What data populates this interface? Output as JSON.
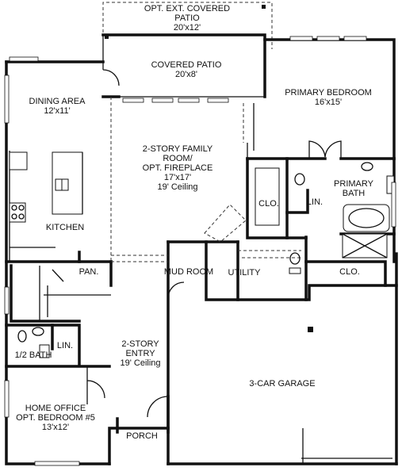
{
  "rooms": {
    "opt_patio": {
      "line1": "OPT. EXT. COVERED",
      "line2": "PATIO",
      "line3": "20'x12'"
    },
    "covered_patio": {
      "line1": "COVERED PATIO",
      "line2": "20'x8'"
    },
    "dining": {
      "line1": "DINING AREA",
      "line2": "12'x11'"
    },
    "primary_bed": {
      "line1": "PRIMARY BEDROOM",
      "line2": "16'x15'"
    },
    "family": {
      "line1": "2-STORY FAMILY",
      "line2": "ROOM/",
      "line3": "OPT. FIREPLACE",
      "line4": "17'x17'",
      "line5": "19' Ceiling"
    },
    "clo1": {
      "line1": "CLO."
    },
    "lin1": {
      "line1": "LIN."
    },
    "primary_bath": {
      "line1": "PRIMARY",
      "line2": "BATH"
    },
    "kitchen": {
      "line1": "KITCHEN"
    },
    "pan": {
      "line1": "PAN."
    },
    "mud": {
      "line1": "MUD ROOM"
    },
    "utility": {
      "line1": "UTILITY"
    },
    "clo2": {
      "line1": "CLO."
    },
    "lin2": {
      "line1": "LIN."
    },
    "entry": {
      "line1": "2-STORY",
      "line2": "ENTRY",
      "line3": "19' Ceiling"
    },
    "half_bath": {
      "line1": "1/2 BATH"
    },
    "garage": {
      "line1": "3-CAR GARAGE"
    },
    "office": {
      "line1": "HOME OFFICE",
      "line2": "OPT. BEDROOM #5",
      "line3": "13'x12'"
    },
    "porch": {
      "line1": "PORCH"
    }
  }
}
